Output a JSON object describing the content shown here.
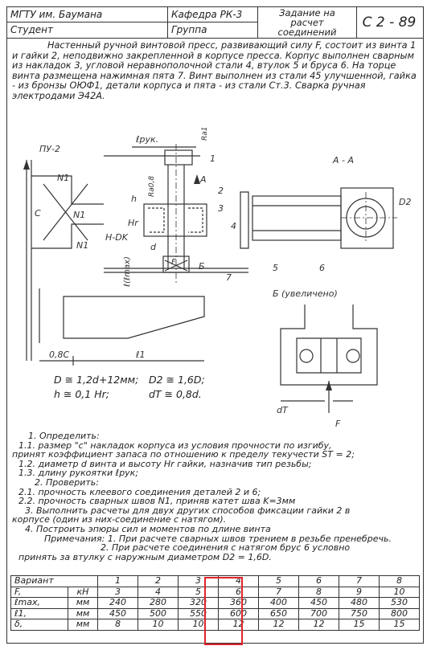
{
  "header": {
    "university": "МГТУ им. Баумана",
    "student": "Студент",
    "department": "Кафедра РК-3",
    "group": "Группа",
    "task": [
      "Задание на",
      "расчет",
      "соединений"
    ],
    "code": "С 2 - 89"
  },
  "description": "Настенный ручной винтовой пресс, развивающий силу F, состоит из винта 1 и гайки 2, неподвижно закрепленной в корпусе пресса. Корпус выполнен сварным из накладок 3, угловой неравнополочной стали 4, втулок 5 и бруса 6. На торце винта размещена нажимная пята 7. Винт выполнен из стали 45 улучшенной, гайка - из бронзы ОЮФ1, детали корпуса и пята - из стали Ст.3. Сварка ручная электродами Э42А.",
  "figure": {
    "labels": {
      "weld_mark": "ПУ-2",
      "l_handle": "ℓрук.",
      "roughness": "Ra1,6",
      "roughness2": "Ra0,8",
      "section_a": "А",
      "section_aa": "А - А",
      "detail_b": "Б (увеличено)",
      "b": "Б",
      "n1a": "N1",
      "n1b": "N1",
      "n1c": "N1",
      "h_label": "h",
      "hr": "Hr",
      "hdk": "H-DK",
      "c": "C",
      "d": "d",
      "lmax": "ℓ(ℓmax)",
      "f": "F",
      "d_t": "dT",
      "d2": "D2",
      "n1": "1",
      "n2": "2",
      "n3": "3",
      "n4": "4",
      "n5": "5",
      "n6": "6",
      "n7": "7",
      "zero8c": "0,8C",
      "l1": "ℓ1"
    },
    "formulas": {
      "D": "D ≅ 1,2d+12мм;",
      "D2": "D2 ≅ 1,6D;",
      "h": "h ≅ 0,1 Hr;",
      "dT": "dT ≅ 0,8d."
    }
  },
  "tasks": [
    "1. Определить:",
    "1.1. размер \"с\" накладок корпуса из условия прочности по изгибу,",
    "принят коэффициент запаса по отношению к пределу текучести ST = 2;",
    "1.2. диаметр d винта и высоту Hr гайки, назначив тип резьбы;",
    "1.3. длину рукоятки ℓрук;",
    "2. Проверить:",
    "2.1. прочность клеевого соединения деталей 2 и 6;",
    "2.2. прочность сварных швов N1, приняв катет шва K=3мм",
    "3. Выполнить расчеты для двух других способов фиксации гайки 2 в",
    "корпусе (один из них-соединение с натягом).",
    "4. Построить эпюры сил и моментов по длине винта",
    "Примечания: 1. При расчете сварных швов трением в резьбе пренебречь.",
    "2. При расчете соединения с натягом брус 6 условно",
    "принять за втулку с наружным диаметром D2 = 1,6D."
  ],
  "variants_table": {
    "header_label": "Вариант",
    "variants": [
      "1",
      "2",
      "3",
      "4",
      "5",
      "6",
      "7",
      "8"
    ],
    "rows": [
      {
        "name": "F,",
        "unit": "кН",
        "values": [
          "3",
          "4",
          "5",
          "6",
          "7",
          "8",
          "9",
          "10"
        ]
      },
      {
        "name": "ℓmax,",
        "unit": "мм",
        "values": [
          "240",
          "280",
          "320",
          "360",
          "400",
          "450",
          "480",
          "530"
        ]
      },
      {
        "name": "ℓ1,",
        "unit": "мм",
        "values": [
          "450",
          "500",
          "550",
          "600",
          "650",
          "700",
          "750",
          "800"
        ]
      },
      {
        "name": "δ,",
        "unit": "мм",
        "values": [
          "8",
          "10",
          "10",
          "12",
          "12",
          "12",
          "15",
          "15"
        ]
      }
    ],
    "highlighted_variant": "3",
    "highlight_color": "#e0242a"
  }
}
